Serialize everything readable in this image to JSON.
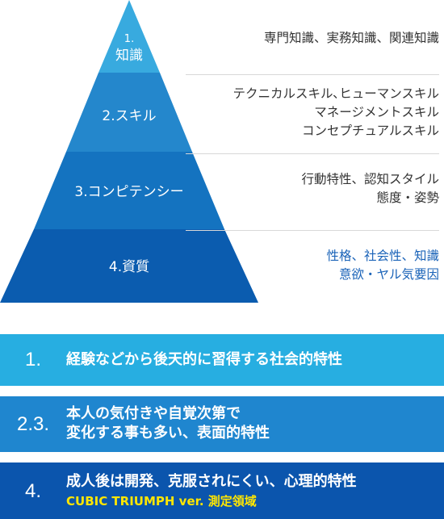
{
  "pyramid": {
    "layers": [
      {
        "number": "1.",
        "label": "知識",
        "color": "#38aadf"
      },
      {
        "label": "2.スキル",
        "color": "#2487cc"
      },
      {
        "label": "3.コンピテンシー",
        "color": "#1473c0"
      },
      {
        "label": "4.資質",
        "color": "#0b5caf"
      }
    ]
  },
  "descriptions": [
    {
      "lines": [
        "専門知識、実務知識、関連知識"
      ]
    },
    {
      "lines": [
        "テクニカルスキル､ヒューマンスキル",
        "マネージメントスキル",
        "コンセプチュアルスキル"
      ]
    },
    {
      "lines": [
        "行動特性、認知スタイル",
        "態度・姿勢"
      ]
    },
    {
      "lines": [
        "性格、社会性、知識",
        "意欲・ヤル気要因"
      ]
    }
  ],
  "bands": [
    {
      "num": "1.",
      "lines": [
        "経験などから後天的に習得する社会的特性"
      ],
      "color": "#27aee1"
    },
    {
      "num": "2.3.",
      "lines": [
        "本人の気付きや自覚次第で",
        "変化する事も多い、表面的特性"
      ],
      "color": "#1f86cf"
    },
    {
      "num": "4.",
      "lines": [
        "成人後は開発、克服されにくい、心理的特性"
      ],
      "sub": "CUBIC TRIUMPH ver. 測定領域",
      "color": "#0b55ad"
    }
  ]
}
